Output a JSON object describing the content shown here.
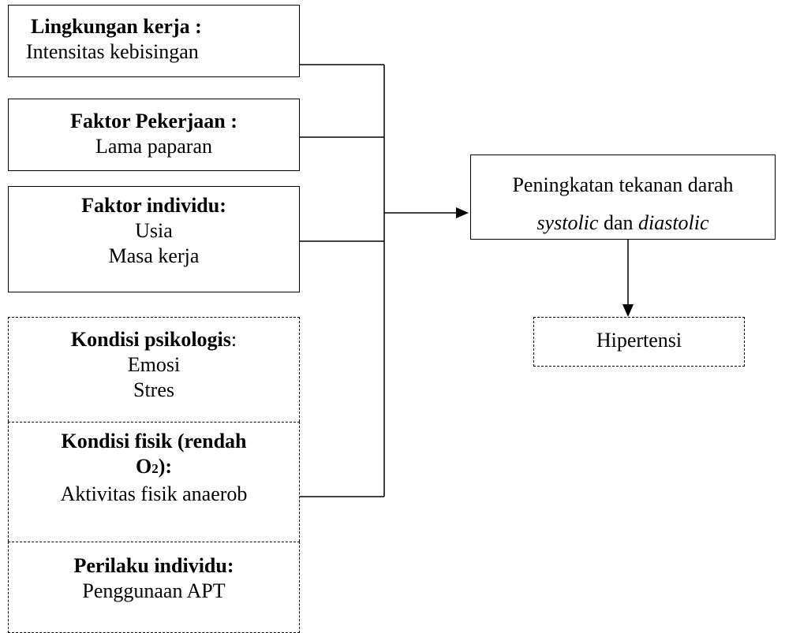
{
  "boxes": {
    "lingkungan": {
      "title": "Lingkungan kerja :",
      "items": [
        "Intensitas kebisingan"
      ]
    },
    "pekerjaan": {
      "title": "Faktor Pekerjaan :",
      "items": [
        "Lama paparan"
      ]
    },
    "individu": {
      "title": "Faktor individu:",
      "items": [
        "Usia",
        "Masa kerja"
      ]
    },
    "psikologis": {
      "title": "Kondisi psikologis",
      "title_suffix": ":",
      "items": [
        "Emosi",
        "Stres"
      ]
    },
    "fisik": {
      "title_line1": "Kondisi fisik (rendah",
      "title_line2_main": "O",
      "title_line2_sub": "2",
      "title_line2_end": "):",
      "items": [
        "Aktivitas fisik anaerob"
      ]
    },
    "perilaku": {
      "title": "Perilaku individu:",
      "items": [
        "Penggunaan APT"
      ]
    },
    "peningkatan": {
      "line1": "Peningkatan tekanan darah",
      "line2_a": "systolic",
      "line2_b": " dan ",
      "line2_c": "diastolic"
    },
    "hipertensi": {
      "label": "Hipertensi"
    }
  }
}
